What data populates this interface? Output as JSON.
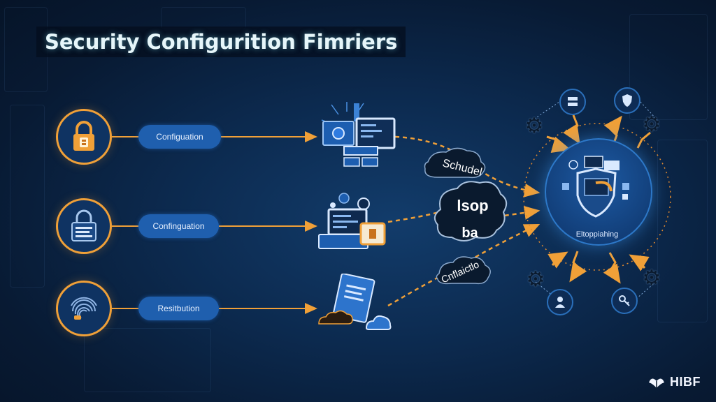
{
  "title": "Security Configurition Fimriers",
  "rows": [
    {
      "icon": "lock-icon",
      "label": "Configuation"
    },
    {
      "icon": "document-lock-icon",
      "label": "Confinguation"
    },
    {
      "icon": "fingerprint-icon",
      "label": "Resitbution"
    }
  ],
  "clouds": {
    "top": "Schudel",
    "middle_line1": "lsop",
    "middle_line2": "ba",
    "bottom": "Cnflaictlo"
  },
  "hub": {
    "label": "Eltoppiahing",
    "icon": "shield-monitor-icon"
  },
  "brand": {
    "name": "HIBF",
    "icon": "leaf-logo-icon"
  },
  "colors": {
    "accent_orange": "#f0a038",
    "pill_blue": "#1f5fae",
    "hub_blue": "#123f7a"
  }
}
